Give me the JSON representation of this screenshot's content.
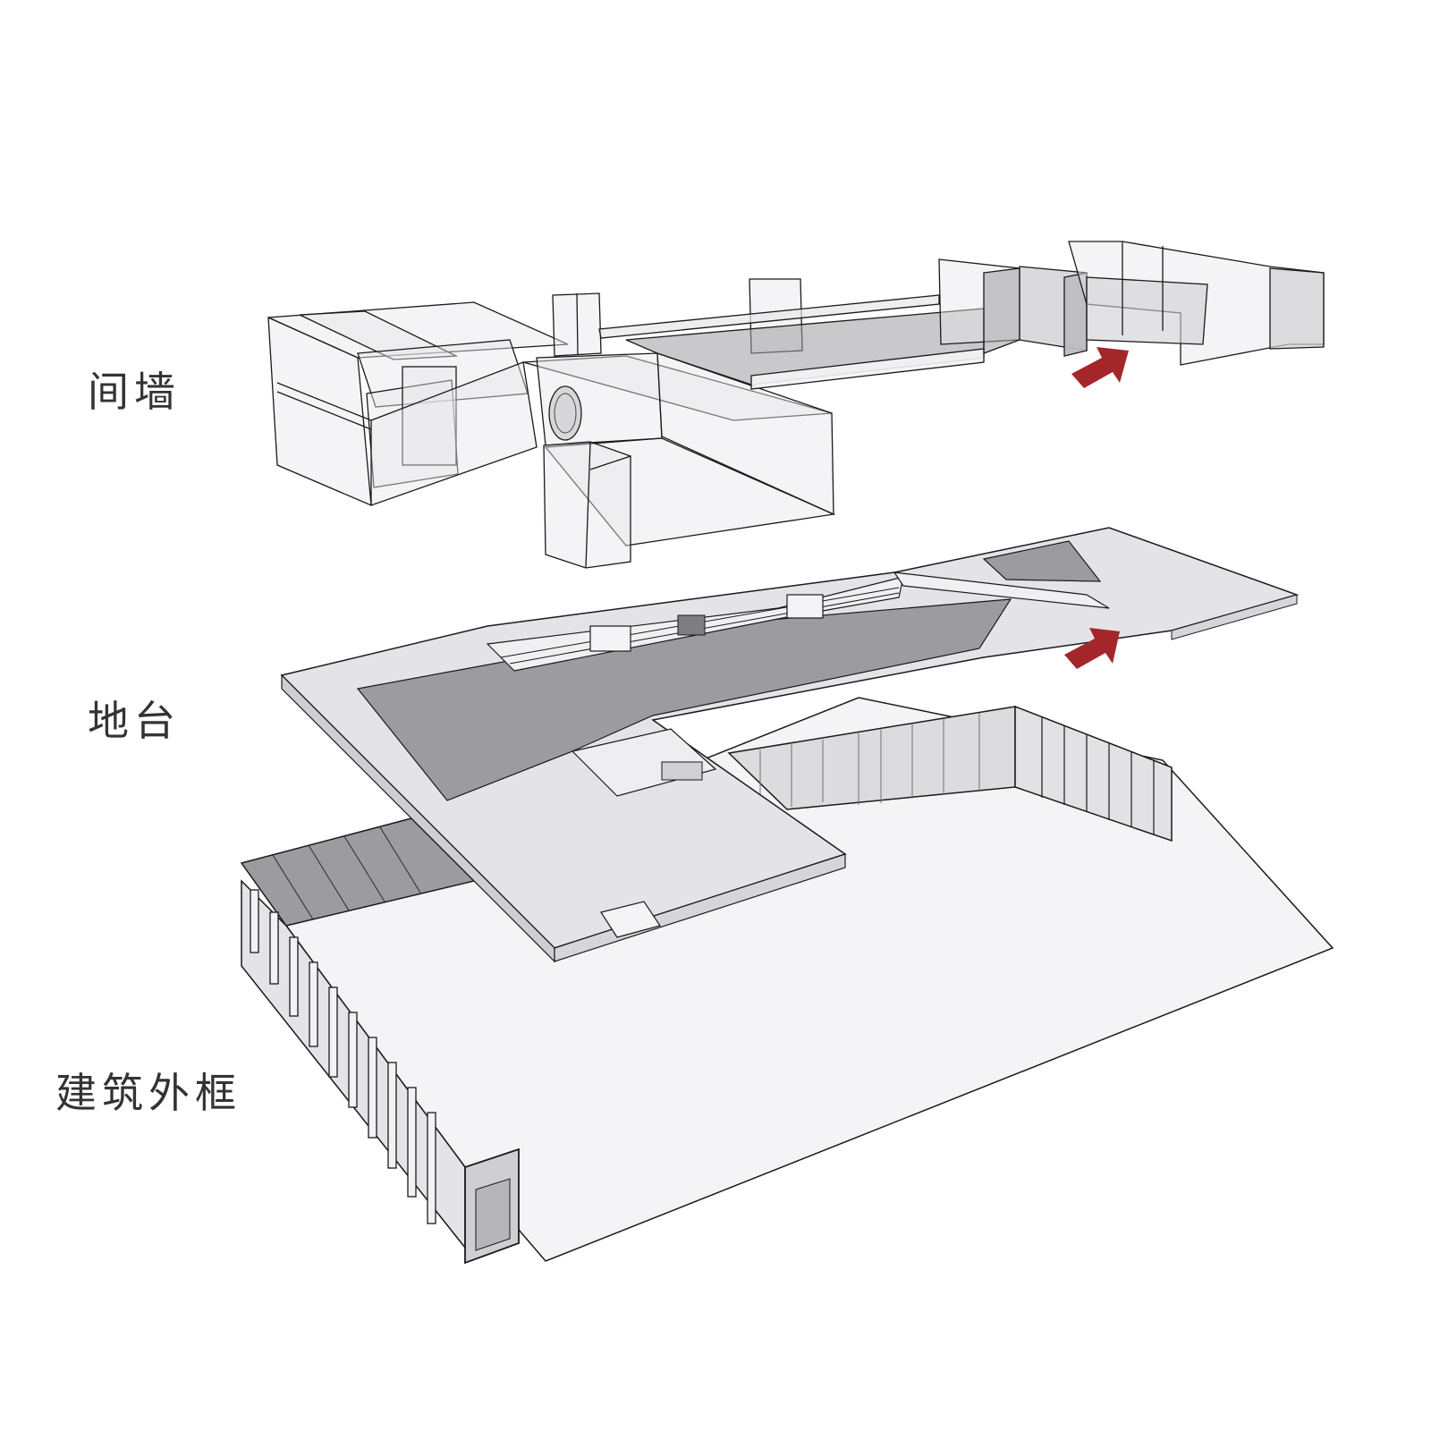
{
  "labels": {
    "walls": "间墙",
    "platform": "地台",
    "frame": "建筑外框"
  },
  "colors": {
    "background": "#ffffff",
    "line": "#1a1a1a",
    "line_light": "#6f6f6f",
    "glass_fill": "#e7e7ea",
    "surface_light": "#e4e3e8",
    "surface_floor": "#f4f4f6",
    "surface_dark": "#9c9ca0",
    "wall_panel": "#dcdcdf",
    "arrow": "#a3262a",
    "label_text": "#333333"
  },
  "icons": {
    "entrance_arrow": "arrow-up-right-icon"
  }
}
